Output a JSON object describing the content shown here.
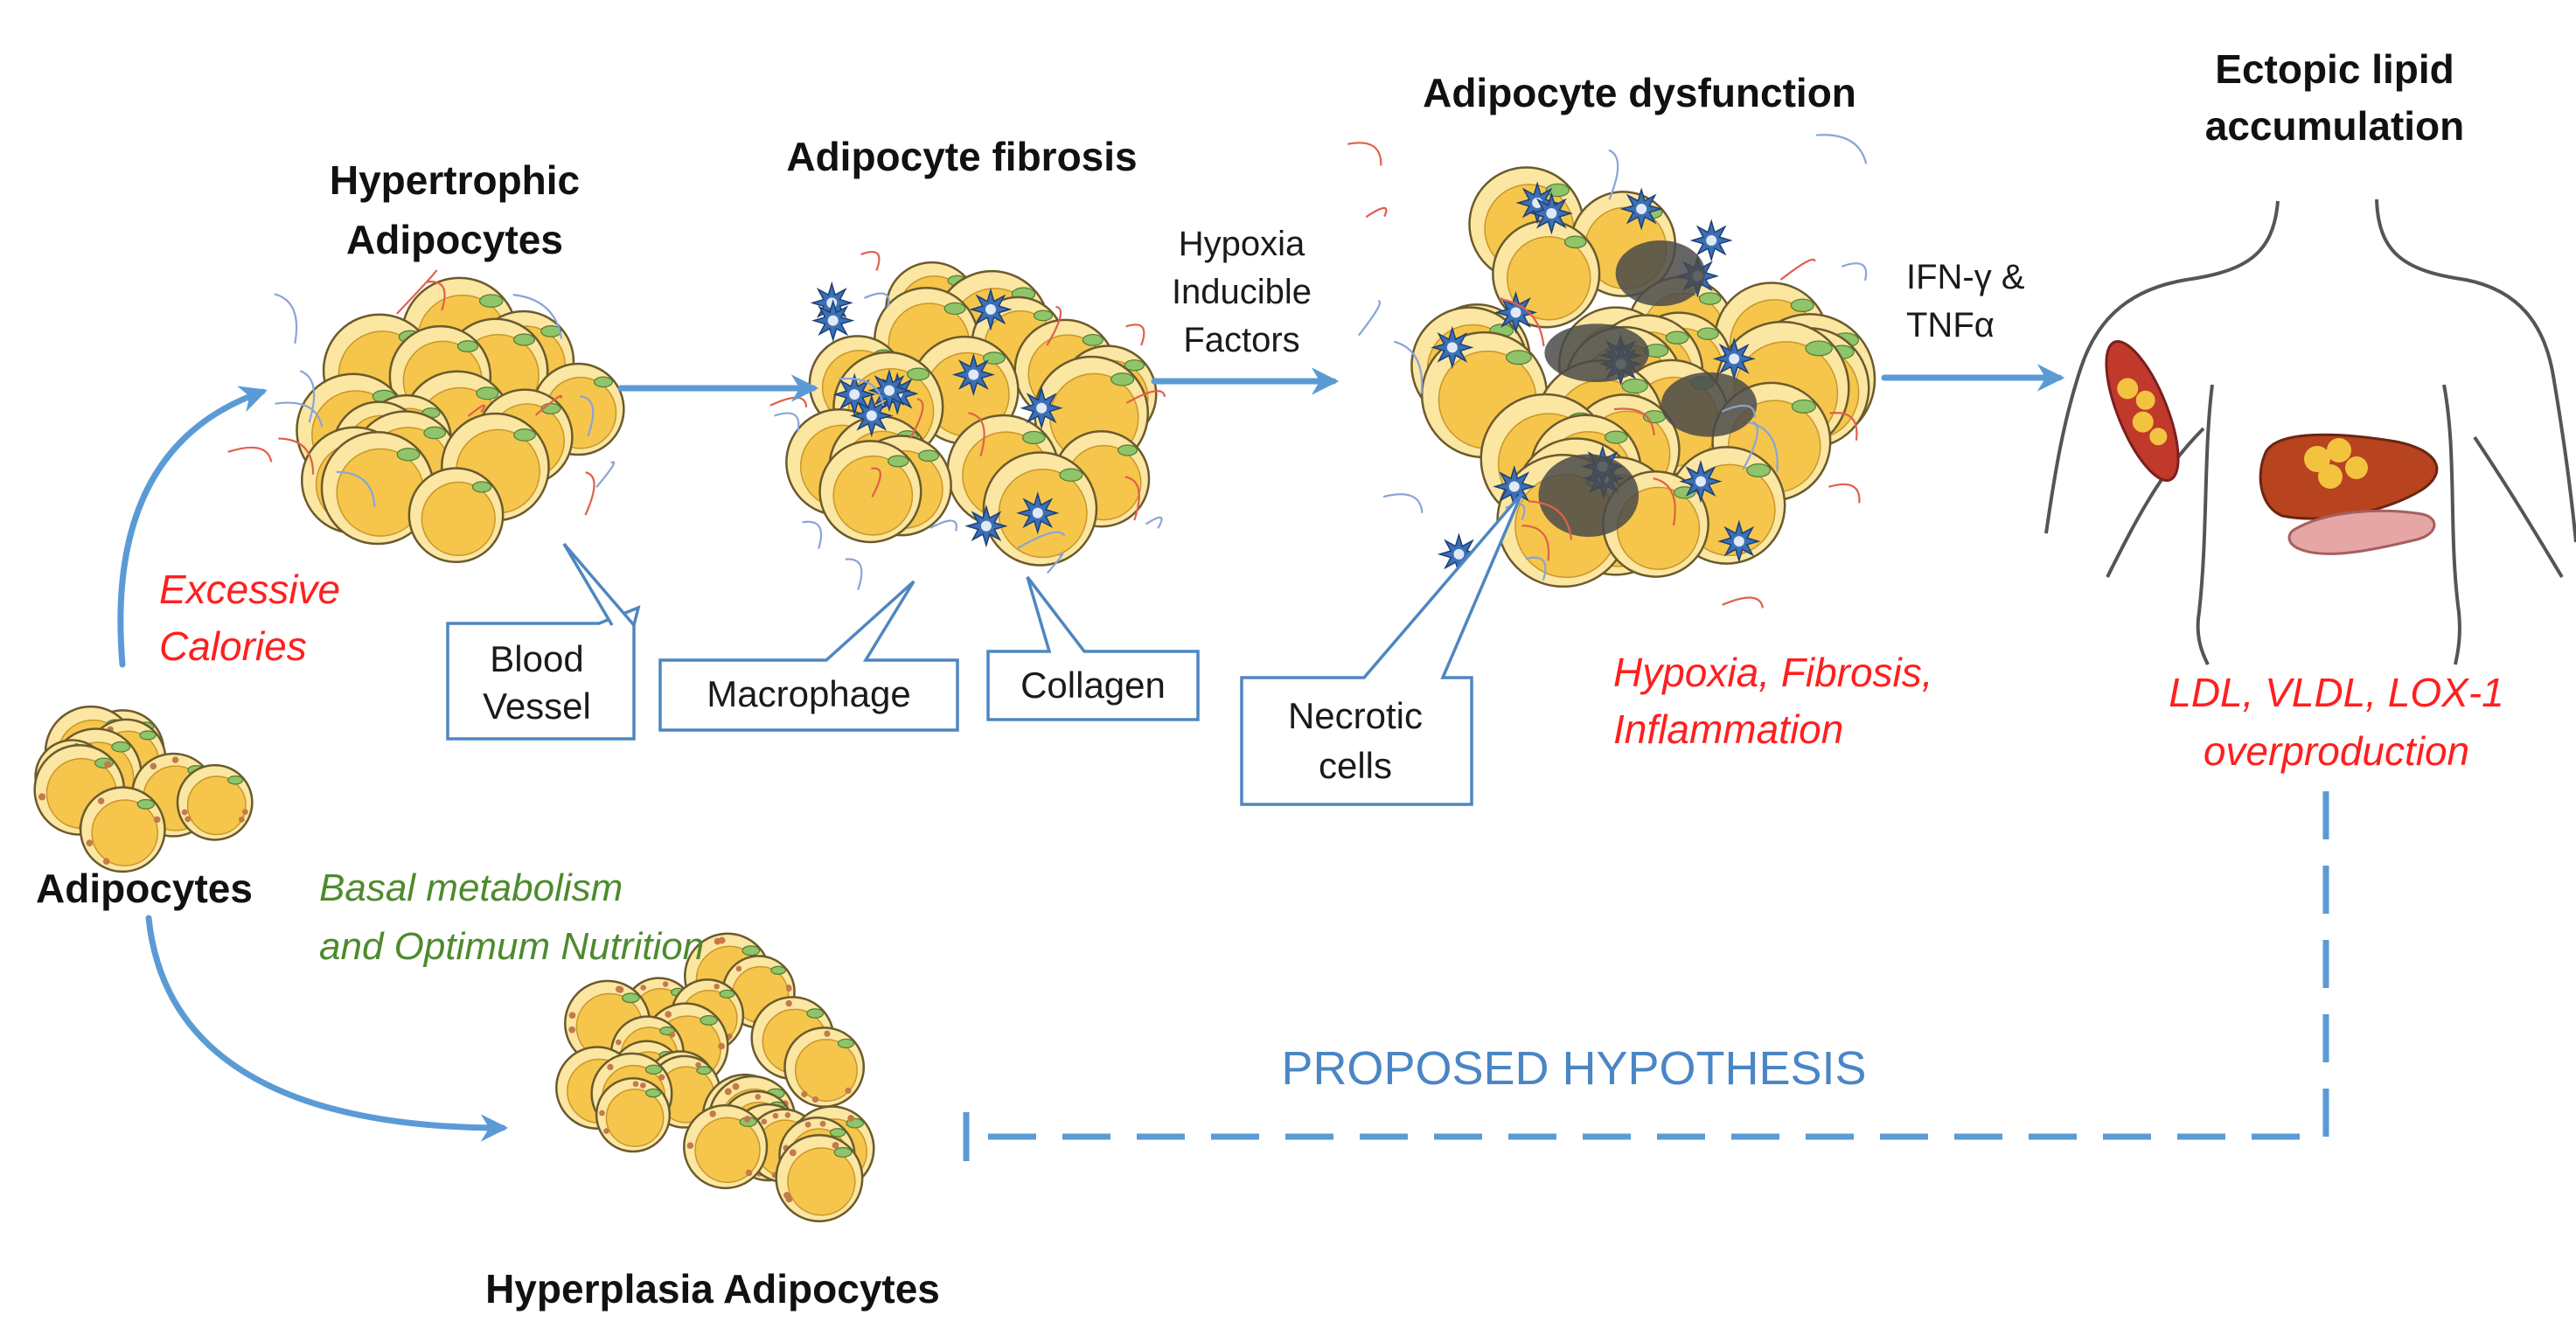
{
  "labels": {
    "hypertrophic": [
      "Hypertrophic",
      "Adipocytes"
    ],
    "fibrosis": "Adipocyte fibrosis",
    "dysfunction": "Adipocyte dysfunction",
    "ectopic": [
      "Ectopic lipid",
      "accumulation"
    ],
    "adipocytes": "Adipocytes",
    "hyperplasia": "Hyperplasia Adipocytes",
    "hypoxia_factors": [
      "Hypoxia",
      "Inducible",
      "Factors"
    ],
    "ifn": [
      "IFN-γ &",
      "TNFα"
    ],
    "excessive": [
      "Excessive",
      "Calories"
    ],
    "basal": [
      "Basal metabolism",
      "and Optimum Nutrition"
    ],
    "hfi": [
      "Hypoxia, Fibrosis,",
      "Inflammation"
    ],
    "ldl": [
      "LDL, VLDL, LOX-1",
      "overproduction"
    ],
    "hypothesis": "PROPOSED HYPOTHESIS"
  },
  "callouts": {
    "blood_vessel": [
      "Blood",
      "Vessel"
    ],
    "macrophage": "Macrophage",
    "collagen": "Collagen",
    "necrotic": [
      "Necrotic",
      "cells"
    ]
  },
  "colors": {
    "arrow": "#5b9bd5",
    "cell_fill": "#fbe6a2",
    "nucleus": "#f5c64b",
    "red_text": "#ff1f1f",
    "green_text": "#4e8a2e",
    "blue_text": "#4a86c5"
  }
}
